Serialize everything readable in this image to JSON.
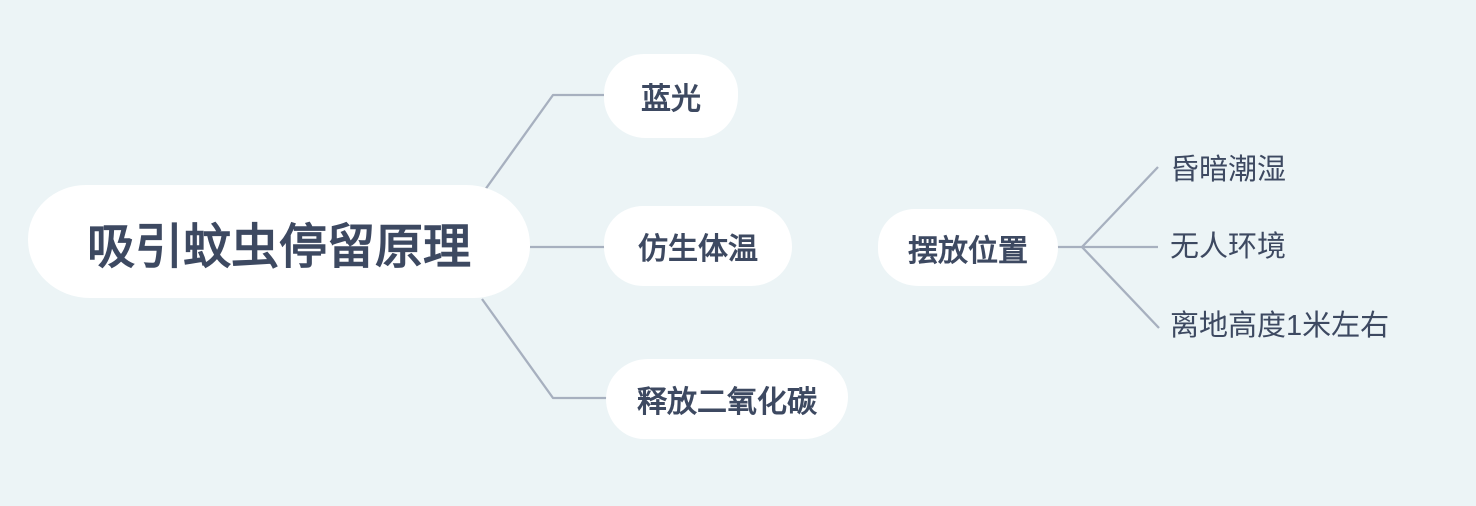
{
  "colors": {
    "background": "#ecf4f6",
    "node_fill": "#ffffff",
    "text": "#3d4961",
    "connector": "#a7b0bf"
  },
  "mindmap": {
    "root": {
      "label": "吸引蚊虫停留原理"
    },
    "branches": [
      {
        "label": "蓝光"
      },
      {
        "label": "仿生体温"
      },
      {
        "label": "释放二氧化碳"
      }
    ],
    "floating_topic": {
      "label": "摆放位置",
      "children": [
        {
          "label": "昏暗潮湿"
        },
        {
          "label": "无人环境"
        },
        {
          "label": "离地高度1米左右"
        }
      ]
    }
  }
}
